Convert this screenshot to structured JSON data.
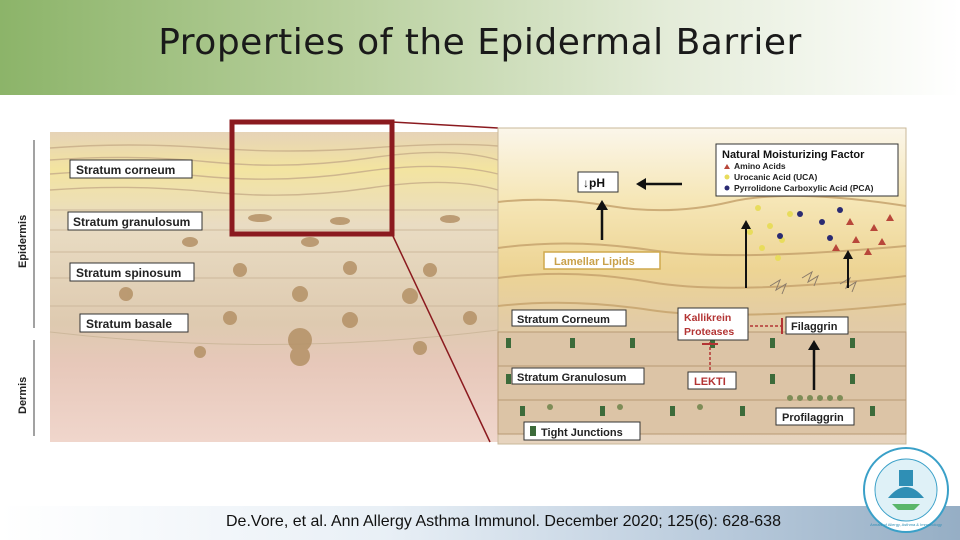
{
  "slide": {
    "title": "Properties of the Epidermal Barrier",
    "citation": "De.Vore, et al. Ann Allergy Asthma Immunol. December 2020; 125(6): 628-638"
  },
  "figure": {
    "left_panel": {
      "section_labels": [
        "Epidermis",
        "Dermis"
      ],
      "layers": [
        "Stratum corneum",
        "Stratum granulosum",
        "Stratum spinosum",
        "Stratum basale"
      ]
    },
    "right_panel": {
      "nmf_title": "Natural Moisturizing Factor",
      "nmf_items": [
        "Amino Acids",
        "Urocanic Acid (UCA)",
        "Pyrrolidone Carboxylic Acid (PCA)"
      ],
      "ph_label": "↓pH",
      "lamellar_lipids": "Lamellar Lipids",
      "stratum_corneum": "Stratum Corneum",
      "kallikrein": [
        "Kallikrein",
        "Proteases"
      ],
      "filaggrin": "Filaggrin",
      "stratum_granulosum": "Stratum Granulosum",
      "lekti": "LEKTI",
      "profilaggrin": "Profilaggrin",
      "tight_junctions": "Tight Junctions"
    }
  },
  "logo": {
    "text": "Annals of Allergy, Asthma & Immunology"
  },
  "colors": {
    "header_green": "#8cb469",
    "highlight_box": "#8b1a1f",
    "label_bg": "#ffffff"
  }
}
